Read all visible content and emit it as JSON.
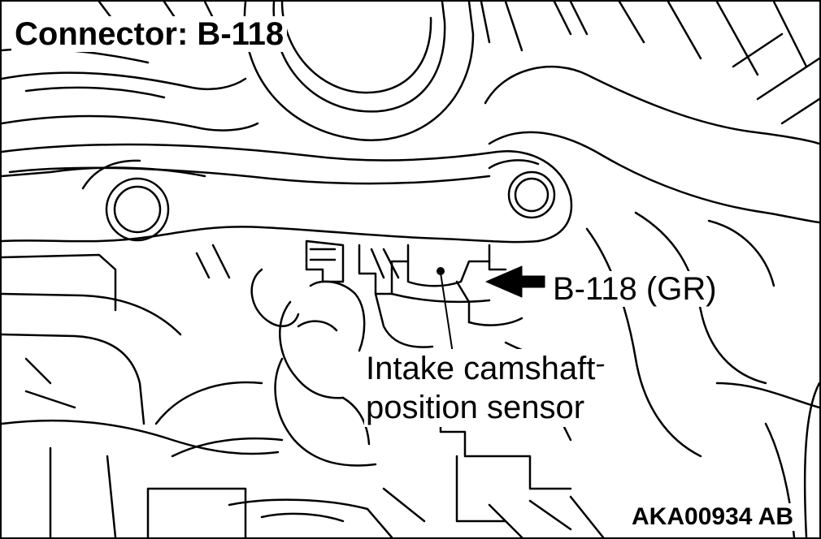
{
  "title": "Connector: B-118",
  "callouts": {
    "connector_label": "B-118 (GR)",
    "sensor_line1": "Intake camshaft",
    "sensor_line2": "position sensor"
  },
  "figure_id": "AKA00934 AB"
}
